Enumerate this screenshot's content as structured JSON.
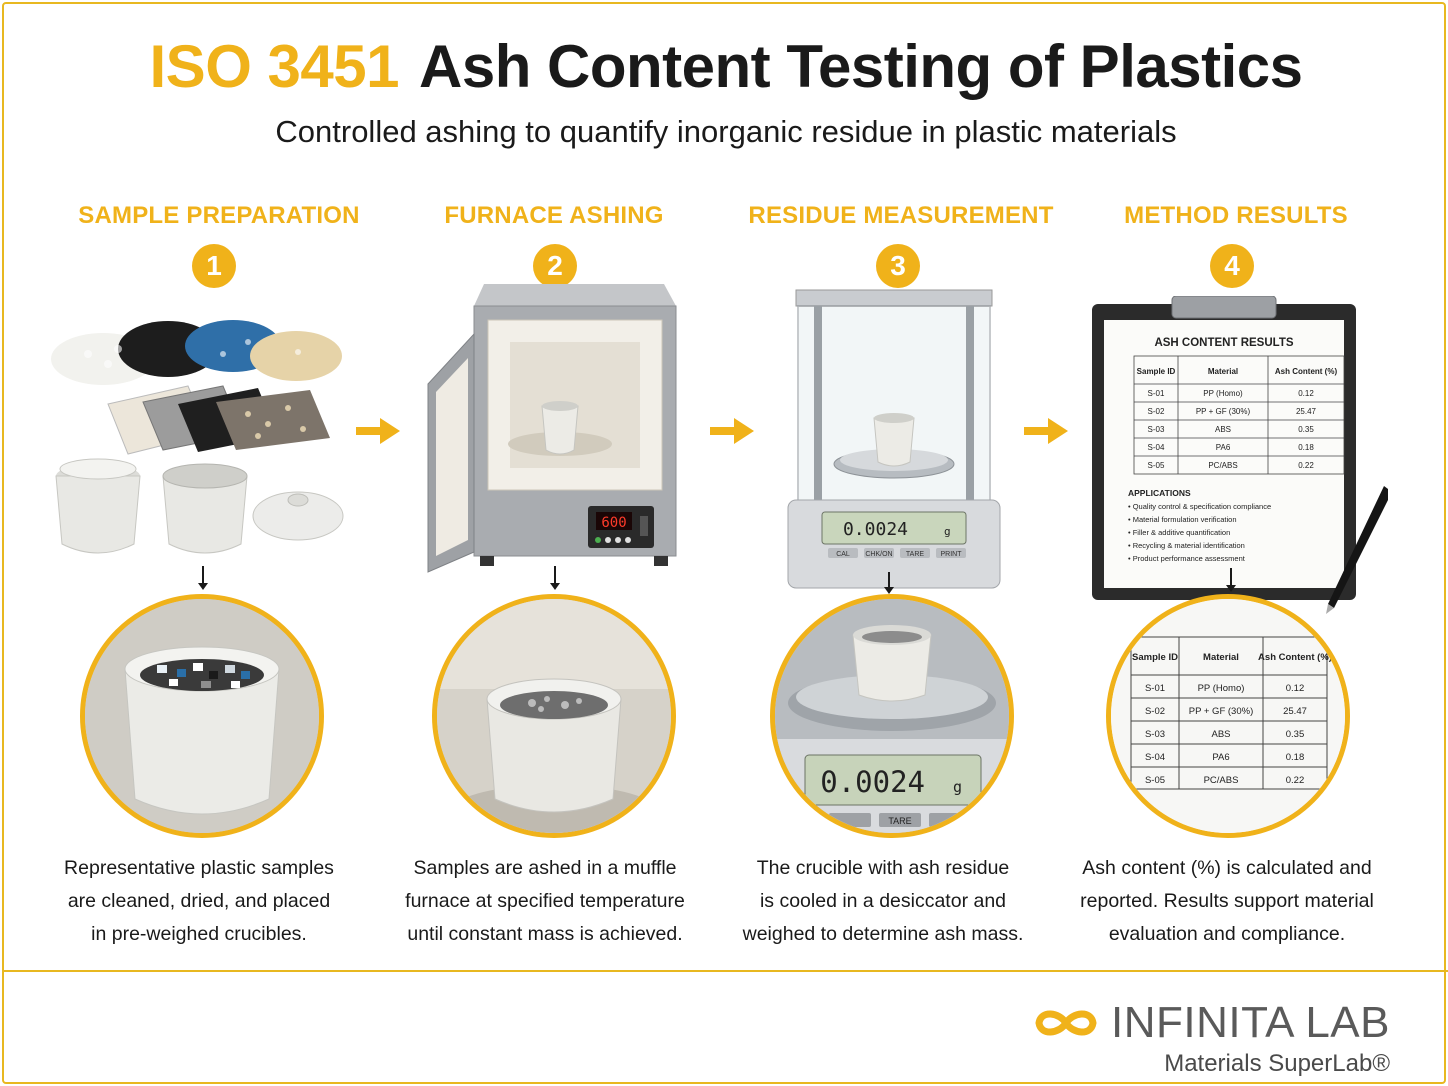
{
  "header": {
    "title_accent": "ISO 3451",
    "title_main": "Ash Content Testing of Plastics",
    "subtitle": "Controlled ashing to quantify inorganic residue in plastic materials"
  },
  "steps": [
    {
      "number": "1",
      "title": "SAMPLE PREPARATION",
      "caption_lines": [
        "Representative plastic samples",
        "are cleaned, dried, and placed",
        "in pre-weighed crucibles."
      ]
    },
    {
      "number": "2",
      "title": "FURNACE ASHING",
      "caption_lines": [
        "Samples are ashed in a muffle",
        "furnace at specified temperature",
        "until constant mass is achieved."
      ]
    },
    {
      "number": "3",
      "title": "RESIDUE MEASUREMENT",
      "caption_lines": [
        "The crucible with ash residue",
        "is cooled in a desiccator and",
        "weighed to determine ash mass."
      ]
    },
    {
      "number": "4",
      "title": "METHOD RESULTS",
      "caption_lines": [
        "Ash content (%) is calculated and",
        "reported. Results support material",
        "evaluation and compliance."
      ]
    }
  ],
  "furnace": {
    "display": "600"
  },
  "balance": {
    "reading": "0.0024",
    "unit": "g",
    "buttons": [
      "CAL",
      "CHK/ON",
      "TARE",
      "PRINT"
    ]
  },
  "results": {
    "sheet_title": "ASH CONTENT RESULTS",
    "columns": [
      "Sample ID",
      "Material",
      "Ash Content (%)"
    ],
    "rows": [
      [
        "S-01",
        "PP (Homo)",
        "0.12"
      ],
      [
        "S-02",
        "PP + GF (30%)",
        "25.47"
      ],
      [
        "S-03",
        "ABS",
        "0.35"
      ],
      [
        "S-04",
        "PA6",
        "0.18"
      ],
      [
        "S-05",
        "PC/ABS",
        "0.22"
      ]
    ],
    "applications_title": "APPLICATIONS",
    "applications": [
      "Quality control & specification compliance",
      "Material formulation verification",
      "Filler & additive quantification",
      "Recycling & material identification",
      "Product performance assessment"
    ]
  },
  "logo": {
    "name": "INFINITA LAB",
    "tagline": "Materials SuperLab®"
  },
  "colors": {
    "accent": "#f0b21a",
    "text": "#1a1a1a"
  }
}
